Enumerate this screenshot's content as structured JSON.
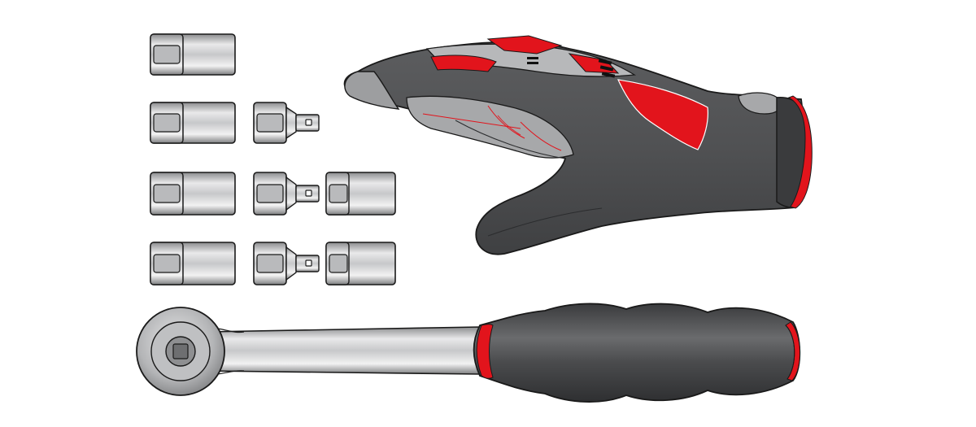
{
  "scene": {
    "background": "#ffffff",
    "colors": {
      "chrome_light": "#e9e9ea",
      "chrome_mid": "#a7a8aa",
      "chrome_dark": "#6e6f71",
      "rubber": "#4a4b4d",
      "rubber_dark": "#3a3b3d",
      "palm_grey": "#9d9ea0",
      "accent_red": "#e2141c",
      "outline": "#1a1a1a"
    },
    "items": [
      {
        "kind": "socket-long",
        "name": "long-socket-1"
      },
      {
        "kind": "socket-long",
        "name": "long-socket-2"
      },
      {
        "kind": "socket-long",
        "name": "long-socket-3"
      },
      {
        "kind": "socket-long",
        "name": "long-socket-4"
      },
      {
        "kind": "adapter",
        "name": "adapter-1"
      },
      {
        "kind": "adapter",
        "name": "adapter-2"
      },
      {
        "kind": "adapter",
        "name": "adapter-3"
      },
      {
        "kind": "socket-short",
        "name": "short-socket-1"
      },
      {
        "kind": "socket-short",
        "name": "short-socket-2"
      },
      {
        "kind": "glove",
        "name": "work-glove"
      },
      {
        "kind": "ratchet",
        "name": "ratchet-wrench"
      }
    ]
  }
}
